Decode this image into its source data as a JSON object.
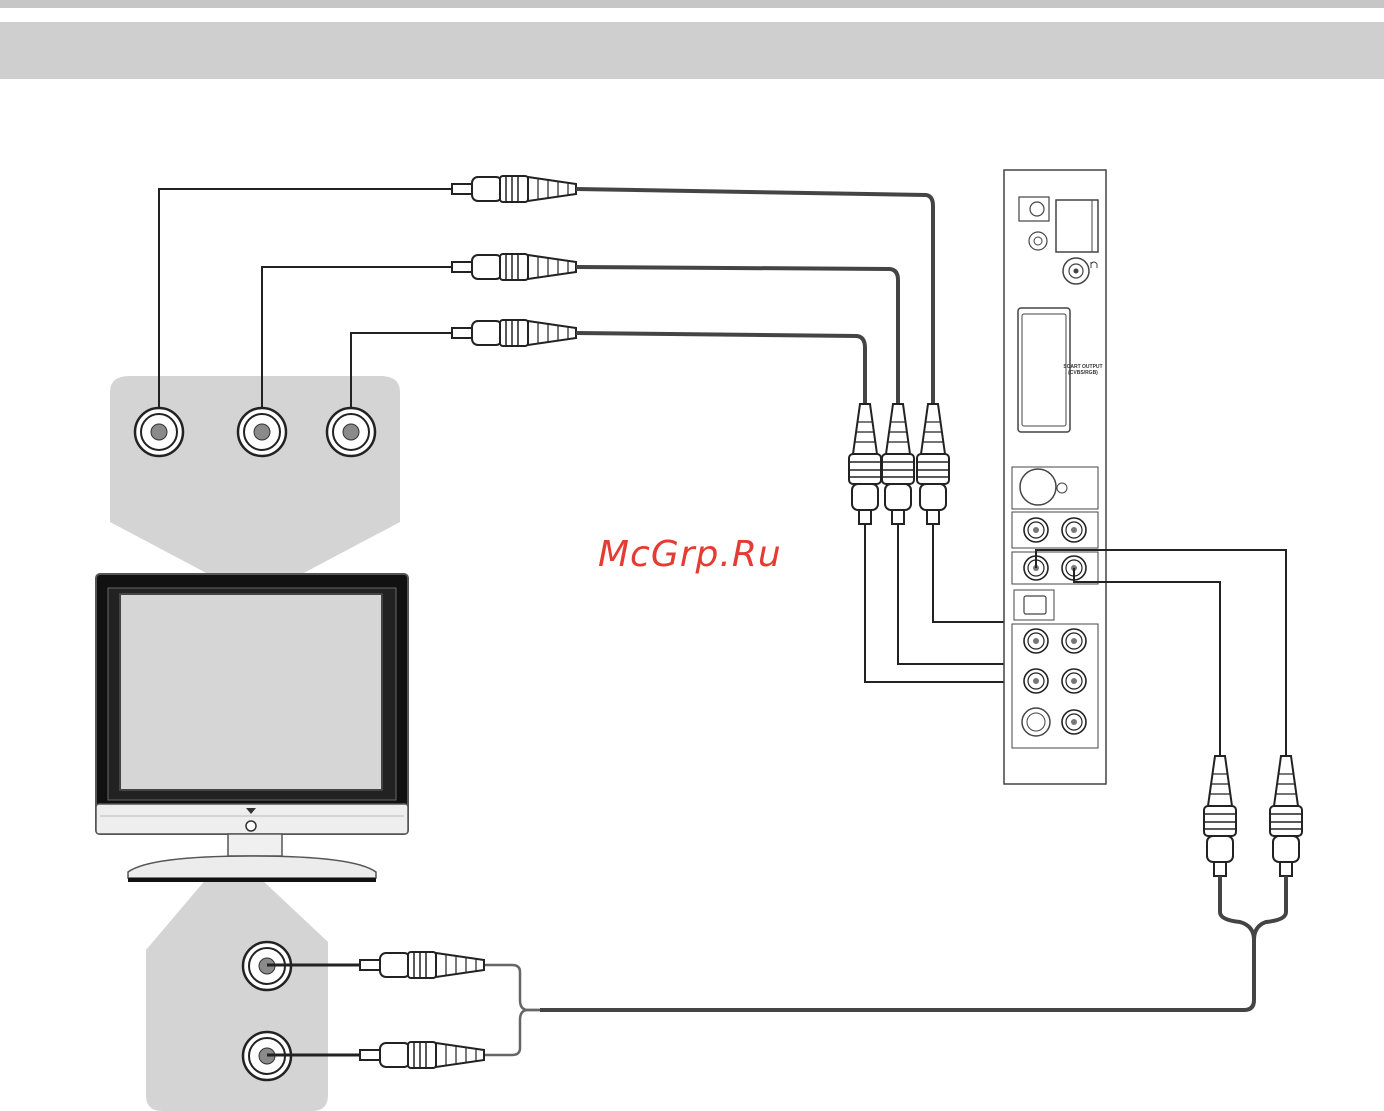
{
  "watermark": "McGrp.Ru",
  "player_panel": {
    "scart_label": "SCART OUTPUT (CVBS/RGB)"
  },
  "colors": {
    "header_band": "#cfcfcf",
    "callout_fill": "#d4d4d4",
    "cable": "#444444",
    "watermark": "#e53b33"
  },
  "icons": [
    "tv-icon",
    "rca-plug-icon",
    "rca-jack-icon",
    "dvd-player-rear-panel"
  ]
}
